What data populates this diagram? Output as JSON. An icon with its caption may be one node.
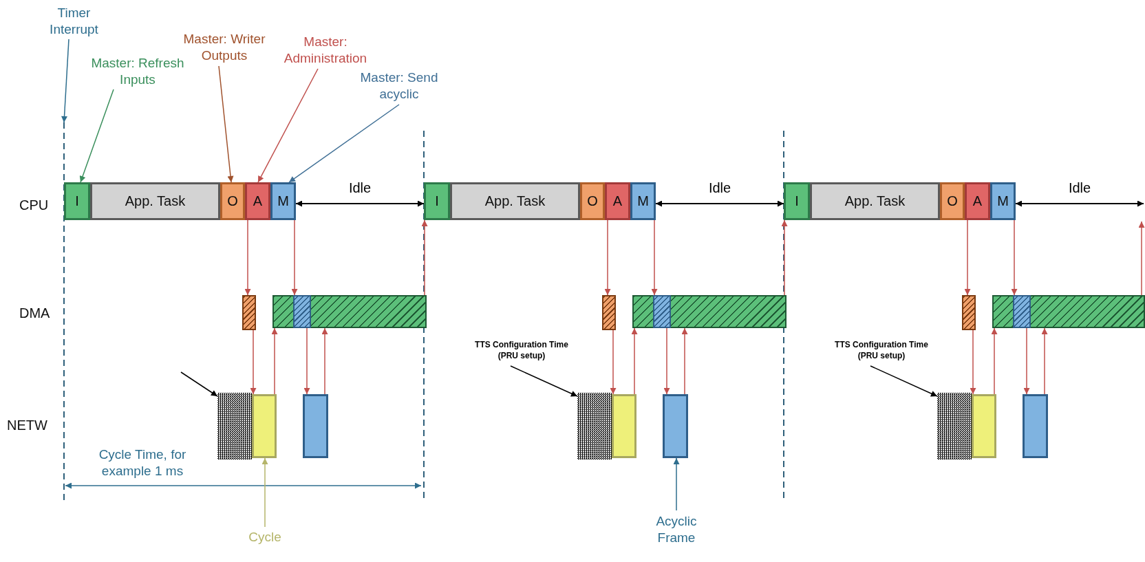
{
  "diagram": {
    "nodes": [
      {
        "text": [
          "Timer Interrupt"
        ]
      },
      {
        "text": [
          "Master: Refresh Inputs"
        ]
      },
      {
        "text": [
          "Master: Writer Outputs"
        ]
      },
      {
        "text": [
          "Master: Administration"
        ]
      },
      {
        "text": [
          "Master: Send acyclic"
        ]
      },
      {
        "text": [
          "I"
        ]
      },
      {
        "text": [
          "App. Task"
        ]
      },
      {
        "text": [
          "O"
        ]
      },
      {
        "text": [
          "A"
        ]
      },
      {
        "text": [
          "M"
        ]
      },
      {
        "text": [],
        "shape": "box"
      },
      {
        "text": [],
        "shape": "box"
      },
      {
        "text": [],
        "shape": "box",
        "in": 11
      },
      {
        "text": [],
        "shape": "box"
      },
      {
        "text": [],
        "shape": "box"
      },
      {
        "text": [],
        "shape": "box"
      },
      {
        "text": [
          "I"
        ]
      },
      {
        "text": [
          "App. Task"
        ]
      },
      {
        "text": [
          "O"
        ]
      },
      {
        "text": [
          "A"
        ]
      },
      {
        "text": [
          "M"
        ]
      },
      {
        "text": [],
        "shape": "box"
      },
      {
        "text": [],
        "shape": "box"
      },
      {
        "text": [],
        "shape": "box",
        "in": 22
      },
      {
        "text": [],
        "shape": "box"
      },
      {
        "text": [],
        "shape": "box"
      },
      {
        "text": [],
        "shape": "box"
      },
      {
        "text": [
          "I"
        ]
      },
      {
        "text": [
          "App. Task"
        ]
      },
      {
        "text": [
          "O"
        ]
      },
      {
        "text": [
          "A"
        ]
      },
      {
        "text": [
          "M"
        ]
      },
      {
        "text": [],
        "shape": "box"
      },
      {
        "text": [],
        "shape": "box"
      },
      {
        "text": [],
        "shape": "box",
        "in": 33
      },
      {
        "text": [],
        "shape": "box"
      },
      {
        "text": [],
        "shape": "box"
      },
      {
        "text": [],
        "shape": "box"
      },
      {
        "text": [
          "TTS Configuration Time (PRU setup)"
        ]
      },
      {
        "text": [
          "TTS Configuration Time (PRU setup)"
        ]
      },
      {
        "text": [
          "Cycle"
        ]
      },
      {
        "text": [
          "Acyclic Frame"
        ]
      }
    ],
    "edges": [
      {
        "from": 0,
        "to": null,
        "arrow": "to",
        "color": "#2e6e8e"
      },
      {
        "from": 1,
        "to": 5,
        "arrow": "to",
        "color": "#3a8f5c"
      },
      {
        "from": 2,
        "to": 7,
        "arrow": "to",
        "color": "#a0522d"
      },
      {
        "from": 3,
        "to": 8,
        "arrow": "to"
      },
      {
        "from": 4,
        "to": 9,
        "arrow": "to",
        "color": "#3f6f95"
      },
      {
        "from": 7,
        "to": 10,
        "arrow": "to"
      },
      {
        "from": 10,
        "to": 14,
        "arrow": "to"
      },
      {
        "from": 14,
        "to": 11,
        "arrow": "to"
      },
      {
        "from": 9,
        "to": 12,
        "arrow": "to"
      },
      {
        "from": 12,
        "to": 15,
        "arrow": "to"
      },
      {
        "from": 15,
        "to": 11,
        "arrow": "to"
      },
      {
        "from": 11,
        "to": 16,
        "arrow": "to"
      },
      {
        "from": 9,
        "to": 16,
        "arrow": "both",
        "label": "Idle",
        "color": "#000000"
      },
      {
        "from": 18,
        "to": 21,
        "arrow": "to"
      },
      {
        "from": 21,
        "to": 25,
        "arrow": "to"
      },
      {
        "from": 25,
        "to": 22,
        "arrow": "to"
      },
      {
        "from": 20,
        "to": 23,
        "arrow": "to"
      },
      {
        "from": 23,
        "to": 26,
        "arrow": "to"
      },
      {
        "from": 26,
        "to": 22,
        "arrow": "to"
      },
      {
        "from": 22,
        "to": 27,
        "arrow": "to"
      },
      {
        "from": 20,
        "to": 27,
        "arrow": "both",
        "label": "Idle",
        "color": "#000000"
      },
      {
        "from": 29,
        "to": 32,
        "arrow": "to"
      },
      {
        "from": 32,
        "to": 36,
        "arrow": "to"
      },
      {
        "from": 36,
        "to": 33,
        "arrow": "to"
      },
      {
        "from": 31,
        "to": 34,
        "arrow": "to"
      },
      {
        "from": 34,
        "to": 37,
        "arrow": "to"
      },
      {
        "from": 37,
        "to": 33,
        "arrow": "to"
      },
      {
        "from": 33,
        "to": null,
        "arrow": "to"
      },
      {
        "from": 31,
        "to": null,
        "arrow": "both",
        "label": "Idle",
        "color": "#000000"
      },
      {
        "from": null,
        "to": 13,
        "arrow": "to",
        "color": "#000000"
      },
      {
        "from": 38,
        "to": 24,
        "arrow": "to",
        "color": "#000000"
      },
      {
        "from": 39,
        "to": 35,
        "arrow": "to",
        "color": "#000000"
      },
      {
        "from": 40,
        "to": 14,
        "arrow": "to",
        "color": "#b5b56a"
      },
      {
        "from": 41,
        "to": 26,
        "arrow": "to",
        "color": "#2e6e8e"
      }
    ],
    "labels": [
      "CPU",
      "DMA",
      "NETW",
      "Cycle Time, for example 1 ms"
    ]
  }
}
